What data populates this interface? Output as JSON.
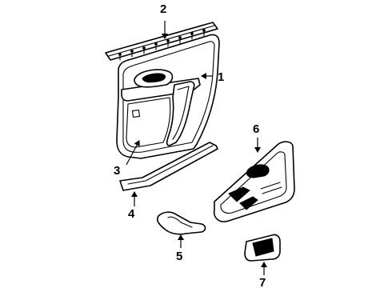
{
  "diagram": {
    "callouts": [
      {
        "id": "1",
        "label": "1"
      },
      {
        "id": "2",
        "label": "2"
      },
      {
        "id": "3",
        "label": "3"
      },
      {
        "id": "4",
        "label": "4"
      },
      {
        "id": "5",
        "label": "5"
      },
      {
        "id": "6",
        "label": "6"
      },
      {
        "id": "7",
        "label": "7"
      }
    ],
    "parts": [
      {
        "id": "1",
        "name": "door-trim-panel"
      },
      {
        "id": "2",
        "name": "upper-trim-molding"
      },
      {
        "id": "3",
        "name": "trim-panel-insert"
      },
      {
        "id": "4",
        "name": "lower-molding-strip"
      },
      {
        "id": "5",
        "name": "pull-handle"
      },
      {
        "id": "6",
        "name": "armrest-bezel"
      },
      {
        "id": "7",
        "name": "switch-cover"
      }
    ]
  }
}
